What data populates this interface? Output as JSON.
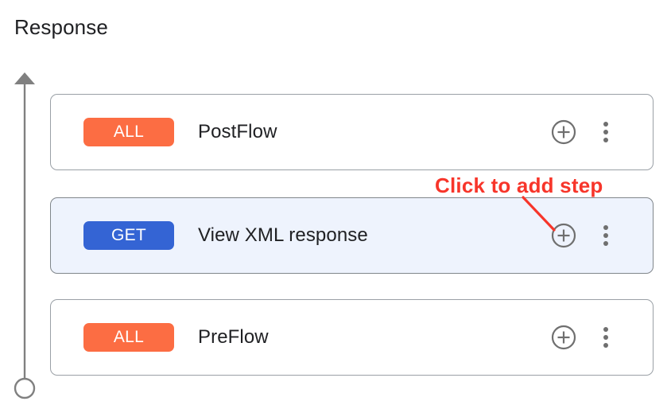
{
  "page": {
    "title": "Response",
    "background_color": "#ffffff"
  },
  "timeline": {
    "name": "flow-direction-arrow",
    "direction": "up",
    "color": "#808080",
    "has_end_circle": true
  },
  "colors": {
    "badge_all": "#fc6d43",
    "badge_get": "#3464d4",
    "selected_row_bg": "#eef3fd",
    "card_border": "#9aa0a6",
    "icon_gray": "#6f6f6f",
    "annotation_red": "#f7352a",
    "text": "#202124"
  },
  "flow_rows": [
    {
      "badge": "ALL",
      "badge_type": "all",
      "label": "PostFlow",
      "selected": false,
      "add_icon": "circle-plus-icon",
      "menu_icon": "kebab-menu-icon"
    },
    {
      "badge": "GET",
      "badge_type": "get",
      "label": "View XML response",
      "selected": true,
      "add_icon": "circle-plus-icon",
      "menu_icon": "kebab-menu-icon"
    },
    {
      "badge": "ALL",
      "badge_type": "all",
      "label": "PreFlow",
      "selected": false,
      "add_icon": "circle-plus-icon",
      "menu_icon": "kebab-menu-icon"
    }
  ],
  "annotation": {
    "text": "Click to add step",
    "color": "#f7352a",
    "points_to": "add-step-button-view-xml-response"
  }
}
